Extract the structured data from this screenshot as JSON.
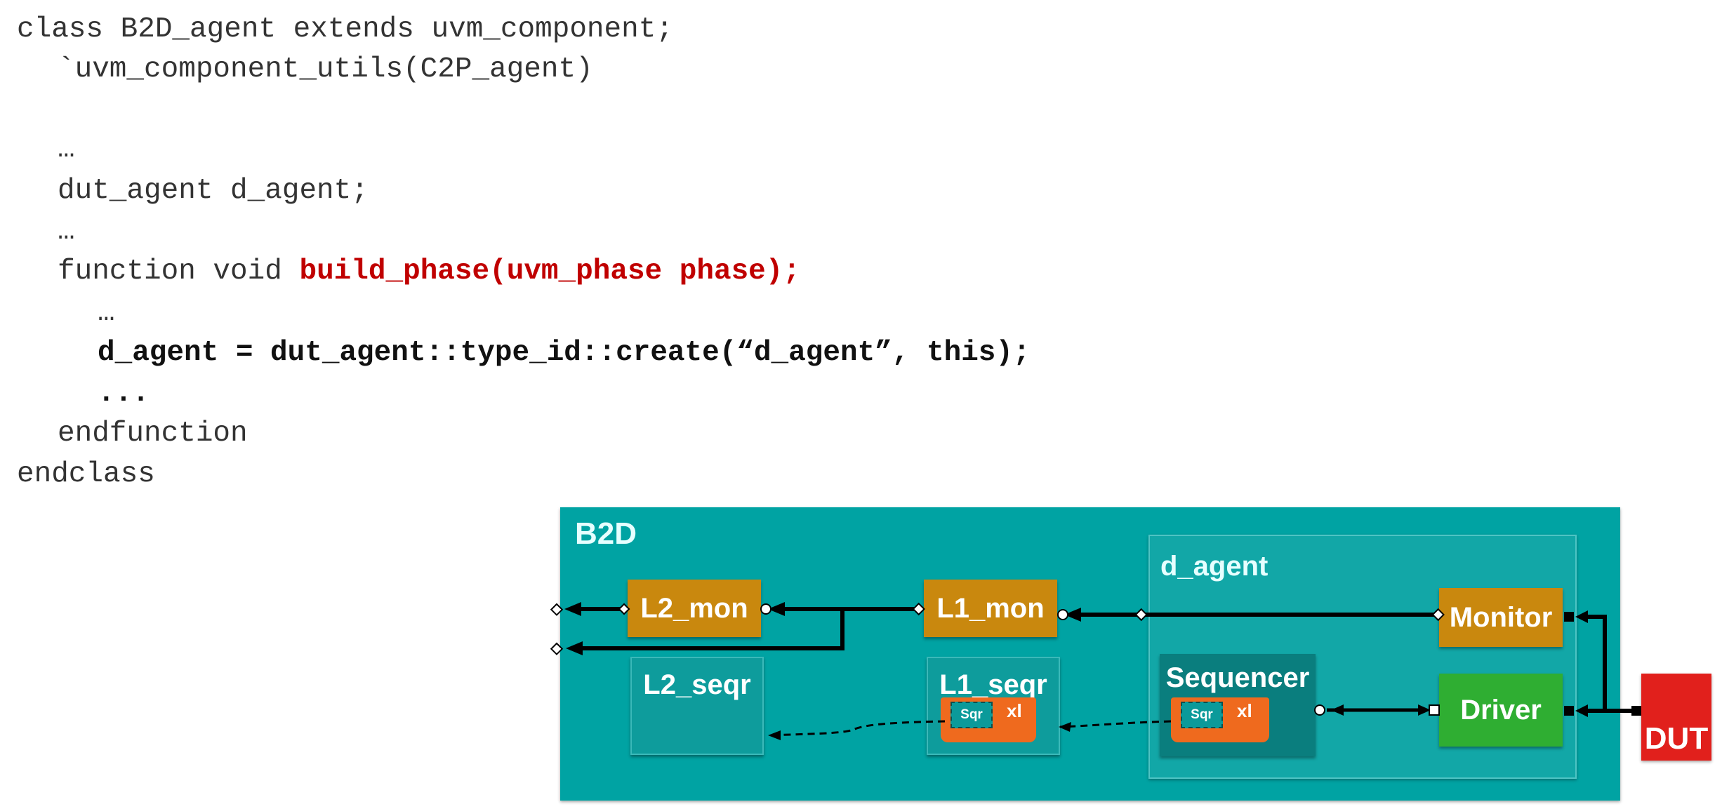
{
  "code": {
    "line1": "class B2D_agent extends uvm_component;",
    "line2": "`uvm_component_utils(C2P_agent)",
    "line3": "…",
    "line4": "dut_agent d_agent;",
    "line5": "…",
    "line6_prefix": "function void ",
    "line6_highlight": "build_phase(uvm_phase phase);",
    "line7": "…",
    "line8": "d_agent = dut_agent::type_id::create(“d_agent”, this);",
    "line9": "...",
    "line10": "endfunction",
    "line11": "endclass"
  },
  "diagram": {
    "b2d_label": "B2D",
    "d_agent_label": "d_agent",
    "l2_mon": "L2_mon",
    "l1_mon": "L1_mon",
    "l2_seqr": "L2_seqr",
    "l1_seqr": "L1_seqr",
    "sequencer": "Sequencer",
    "monitor": "Monitor",
    "driver": "Driver",
    "dut": "DUT",
    "sqr": "Sqr",
    "xl": "xl"
  },
  "colors": {
    "highlight": "#c00000",
    "container": "#00a3a3",
    "component_orange": "#c9880e",
    "driver_green": "#2fae32",
    "dut_red": "#e1201c"
  }
}
